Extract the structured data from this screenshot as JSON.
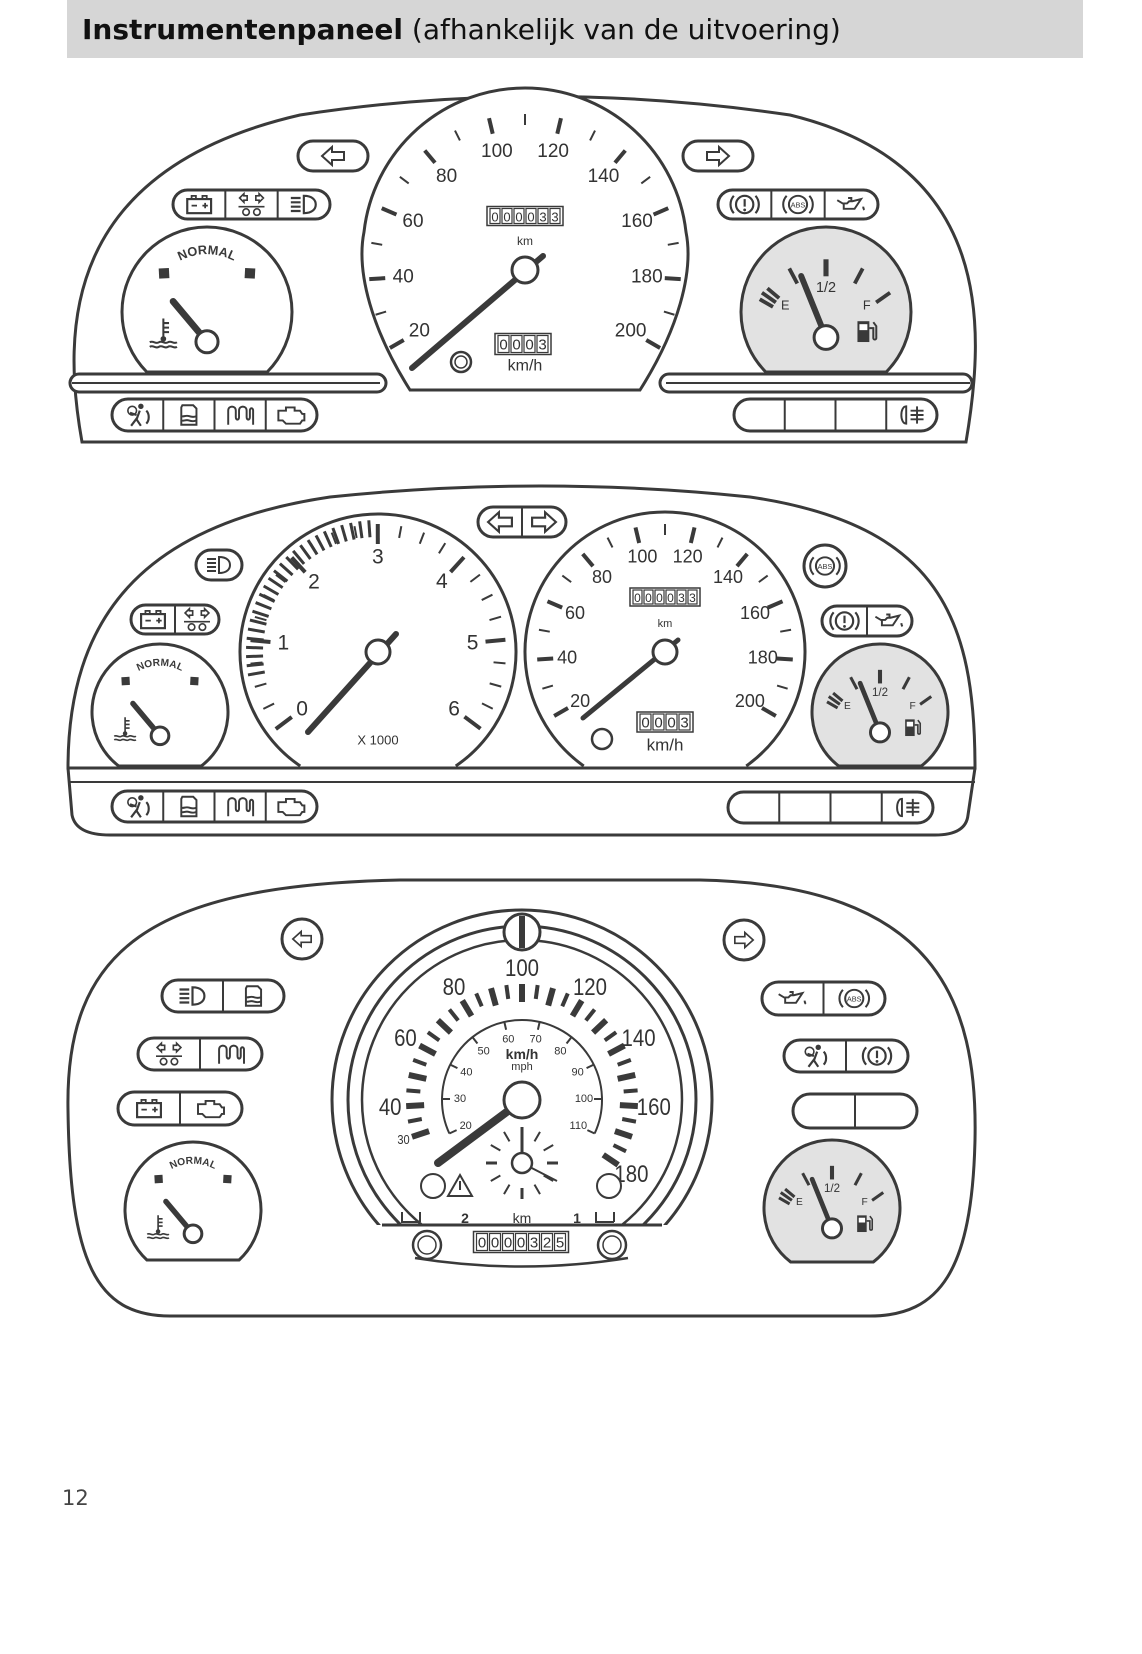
{
  "header": {
    "title_bold": "Instrumentenpaneel",
    "title_rest": " (afhankelijk van de uitvoering)"
  },
  "page_number": "12",
  "colors": {
    "ink": "#3a3a3a",
    "header_bg": "#d6d6d6",
    "fuel_dial_fill": "#e2e2e2"
  },
  "icons": {
    "abs_text": "ABS",
    "brake_text": "!"
  },
  "panel1": {
    "speedometer": {
      "labels": [
        "20",
        "40",
        "60",
        "80",
        "100",
        "120",
        "140",
        "160",
        "180",
        "200"
      ],
      "odometer": "000033",
      "odometer_unit": "km",
      "trip": "0003",
      "unit": "km/h"
    },
    "temperature": {
      "label": "NORMAL"
    },
    "fuel": {
      "empty": "E",
      "half": "1/2",
      "full": "F"
    },
    "strips": {
      "top_left": [
        "battery-icon",
        "trailer-indicator-icon",
        "main-beam-icon"
      ],
      "top_right": [
        "brake-warning-icon",
        "abs-icon",
        "oil-pressure-icon"
      ],
      "bottom_left": [
        "airbag-icon",
        "water-in-fuel-icon",
        "glow-plug-icon",
        "engine-icon"
      ],
      "bottom_right": [
        "blank",
        "blank",
        "blank",
        "rear-fog-icon"
      ]
    }
  },
  "panel2": {
    "tachometer": {
      "labels": [
        "0",
        "1",
        "2",
        "3",
        "4",
        "5",
        "6"
      ],
      "multiplier": "X 1000"
    },
    "speedometer": {
      "labels": [
        "20",
        "40",
        "60",
        "80",
        "100",
        "120",
        "140",
        "160",
        "180",
        "200"
      ],
      "odometer": "000033",
      "odometer_unit": "km",
      "trip": "0003",
      "unit": "km/h"
    },
    "temperature": {
      "label": "NORMAL"
    },
    "fuel": {
      "empty": "E",
      "half": "1/2",
      "full": "F"
    }
  },
  "panel3": {
    "speedometer": {
      "kmh_labels": [
        "30",
        "40",
        "60",
        "80",
        "100",
        "120",
        "140",
        "160",
        "180"
      ],
      "mph_labels": [
        "20",
        "30",
        "40",
        "50",
        "60",
        "70",
        "80",
        "90",
        "100",
        "110"
      ],
      "unit_kmh": "km/h",
      "unit_mph": "mph",
      "odometer": "0000325",
      "trip_left": "2",
      "trip_unit": "km",
      "trip_right": "1"
    },
    "temperature": {
      "label": "NORMAL"
    },
    "fuel": {
      "empty": "E",
      "half": "1/2",
      "full": "F"
    }
  }
}
